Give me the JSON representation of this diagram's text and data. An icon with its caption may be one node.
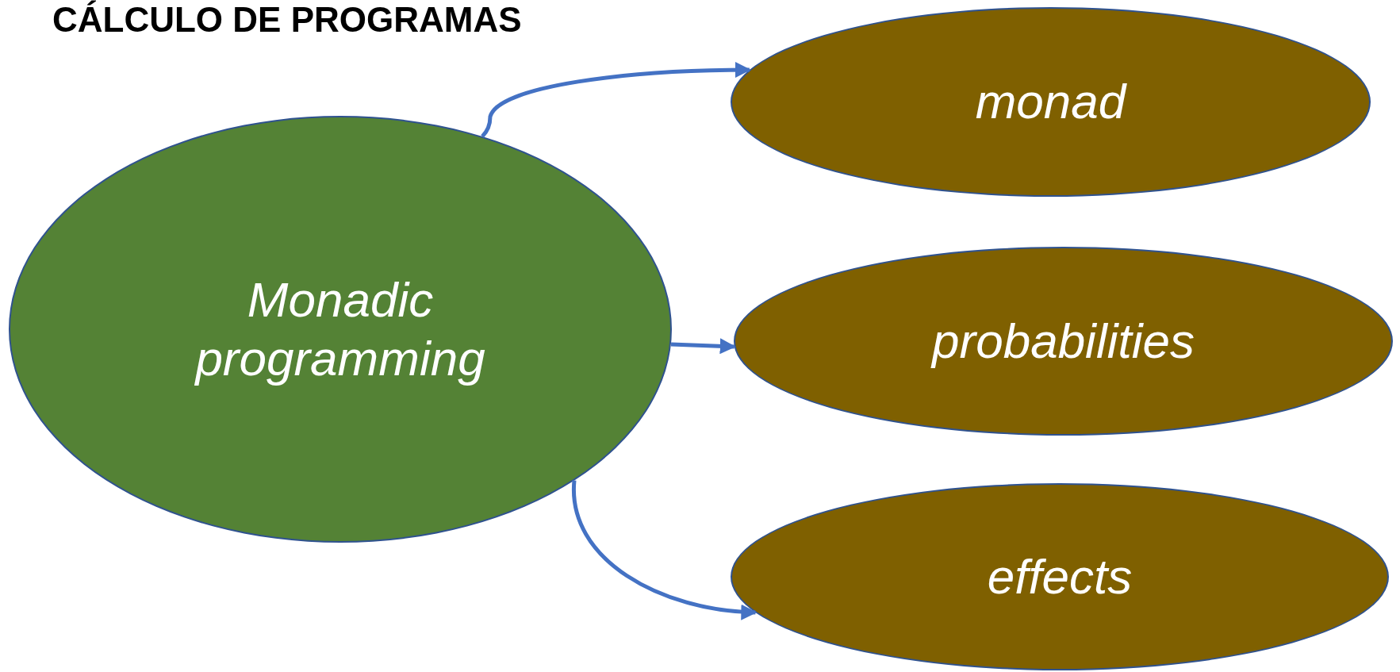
{
  "diagram": {
    "title": "CÁLCULO DE PROGRAMAS",
    "nodes": [
      {
        "text": [
          "Monadic programming"
        ]
      },
      {
        "text": [
          "monad"
        ]
      },
      {
        "text": [
          "probabilities"
        ]
      },
      {
        "text": [
          "effects"
        ]
      }
    ],
    "edges": [
      {
        "from": 0,
        "to": 1,
        "arrow": "to"
      },
      {
        "from": 0,
        "to": 2,
        "arrow": "to"
      },
      {
        "from": 0,
        "to": 3,
        "arrow": "to"
      }
    ]
  }
}
